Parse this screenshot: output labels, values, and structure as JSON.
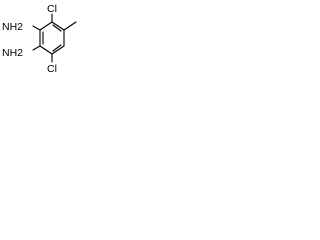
{
  "molecule": {
    "atoms": {
      "top_substituent": "Cl",
      "upper_left_substituent": "NH2",
      "lower_left_substituent": "NH2",
      "lower_right_substituent": "Cl"
    },
    "colors": {
      "bond": "#000000",
      "label": "#000000",
      "background": "#ffffff"
    }
  }
}
